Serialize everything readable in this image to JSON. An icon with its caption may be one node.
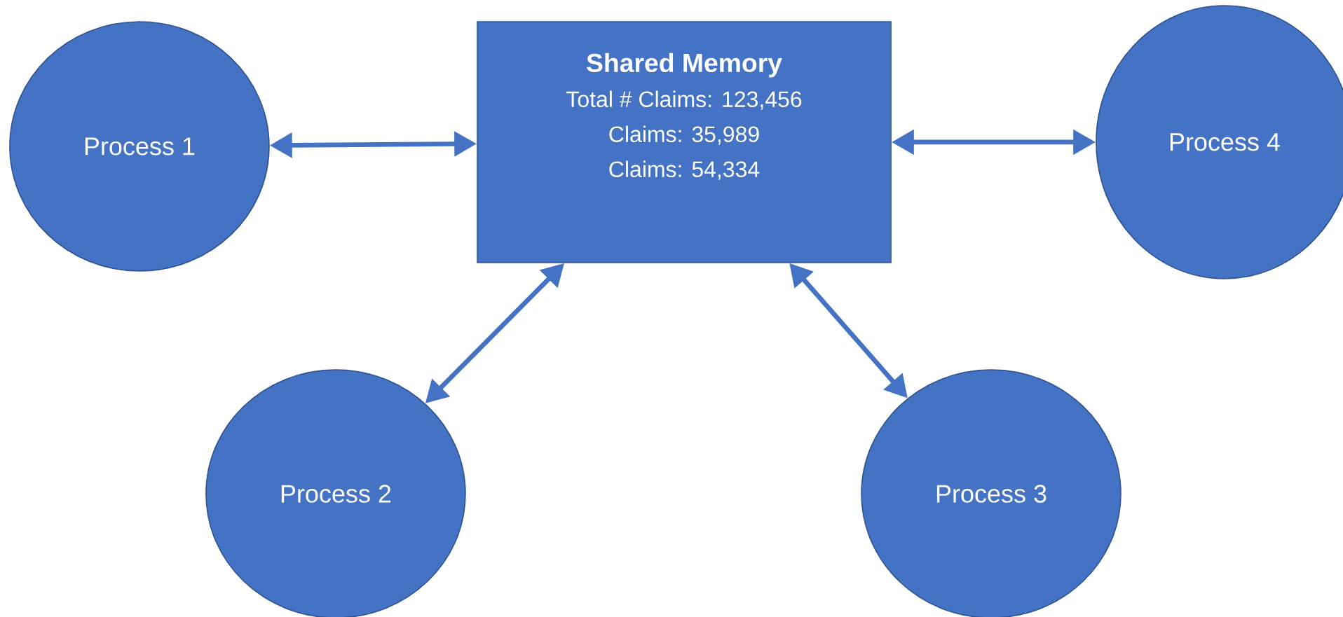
{
  "diagram": {
    "nodes": [
      {
        "text": [
          "Process 1"
        ]
      },
      {
        "text": [
          "Shared Memory",
          "Total # Claims: 123,456",
          "Claims: 35,989",
          "Claims: 54,334"
        ]
      },
      {
        "text": [
          "Process 4"
        ]
      },
      {
        "text": [
          "Process 2"
        ]
      },
      {
        "text": [
          "Process 3"
        ]
      }
    ],
    "edges": [
      {
        "from": 1,
        "to": 0,
        "arrow": "both"
      },
      {
        "from": 1,
        "to": 2,
        "arrow": "both"
      },
      {
        "from": 1,
        "to": 3,
        "arrow": "both"
      },
      {
        "from": 1,
        "to": 4,
        "arrow": "both"
      }
    ]
  }
}
